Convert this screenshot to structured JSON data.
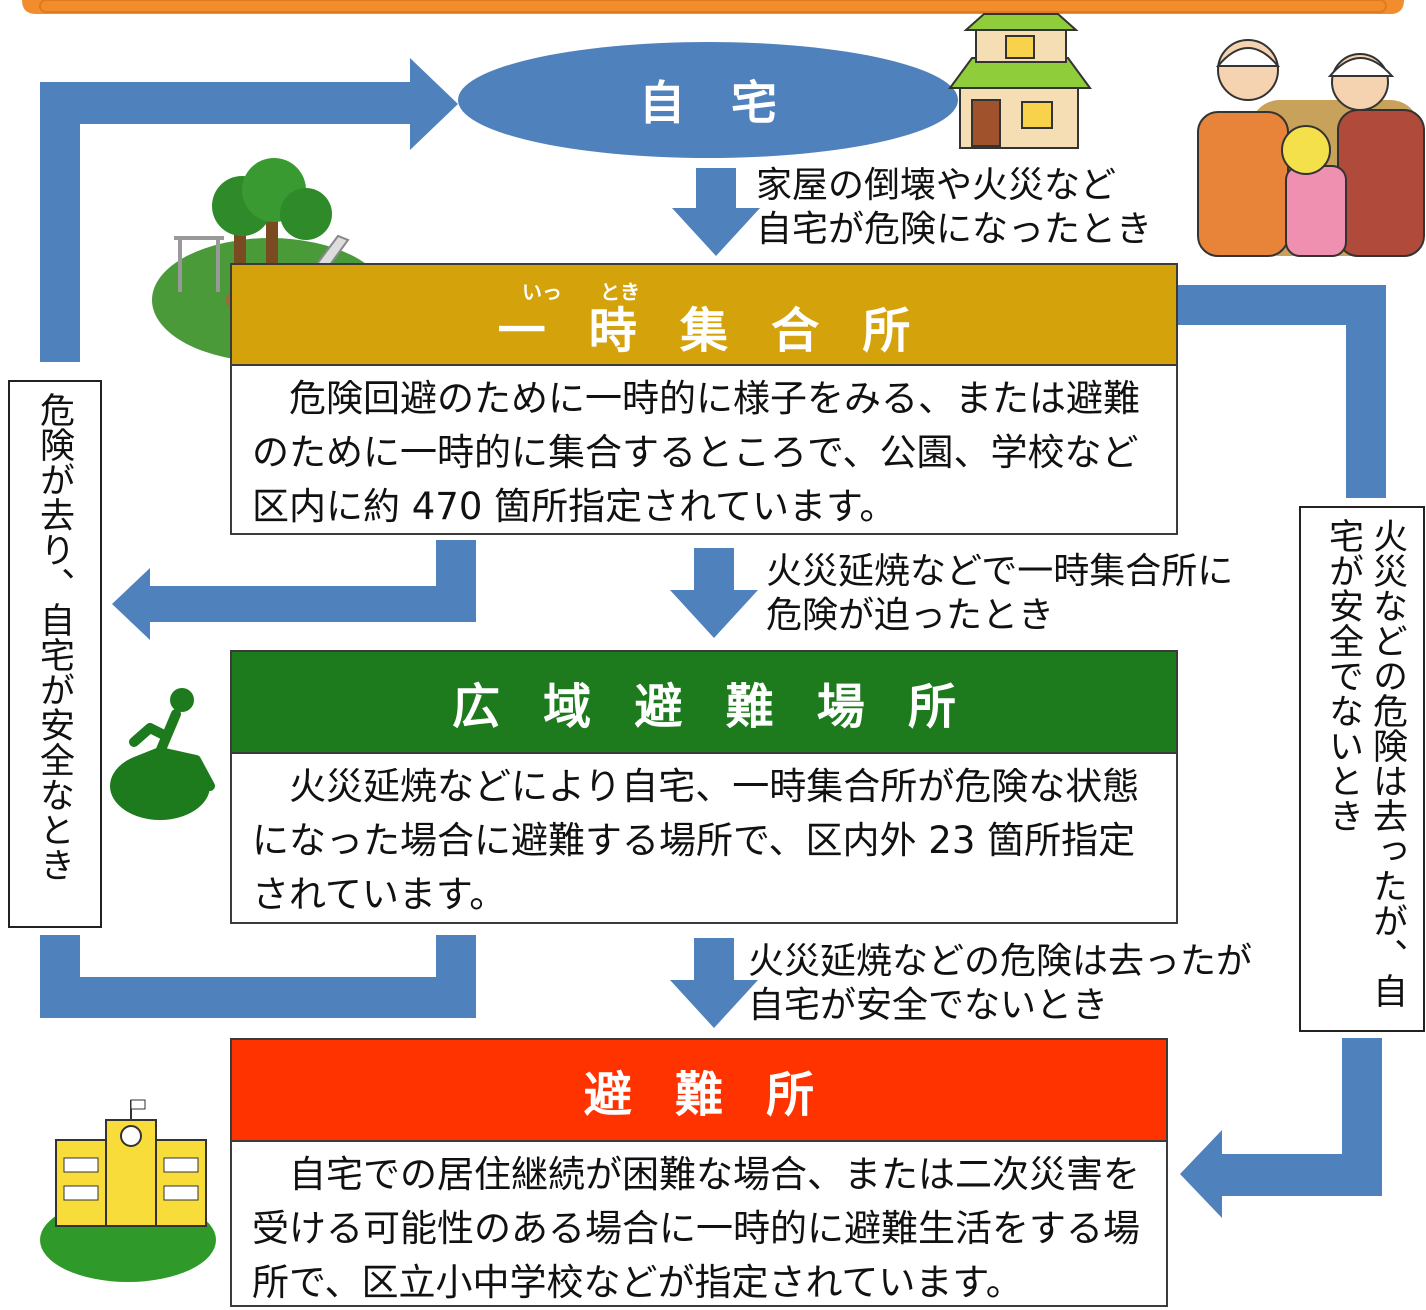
{
  "colors": {
    "arrow": "#4f81bd",
    "home_ellipse": "#4f81bd",
    "temporary_header": "#d4a20a",
    "wide_area_header": "#1d7a1d",
    "shelter_header": "#ff3300",
    "top_band": "#f28d2d"
  },
  "home": {
    "label": "自　宅"
  },
  "steps": [
    {
      "header": "一時集合所",
      "ruby": [
        "いっ",
        "とき"
      ],
      "body": "危険回避のために一時的に様子をみる、または避難のために一時的に集合するところで、公園、学校など区内に約 470 箇所指定されています。"
    },
    {
      "header": "広域避難場所",
      "body": "火災延焼などにより自宅、一時集合所が危険な状態になった場合に避難する場所で、区内外 23 箇所指定されています。"
    },
    {
      "header": "避難所",
      "body": "自宅での居住継続が困難な場合、または二次災害を受ける可能性のある場合に一時的に避難生活をする場所で、区立小中学校などが指定されています。"
    }
  ],
  "transitions": [
    {
      "line1": "家屋の倒壊や火災など",
      "line2": "自宅が危険になったとき"
    },
    {
      "line1": "火災延焼などで一時集合所に",
      "line2": "危険が迫ったとき"
    },
    {
      "line1": "火災延焼などの危険は去ったが",
      "line2": "自宅が安全でないとき"
    }
  ],
  "side_labels": {
    "left": "危険が去り、自宅が安全なとき",
    "right": "火災などの危険は去ったが、自宅が安全でないとき"
  },
  "icons": [
    "house-icon",
    "evacuees-icon",
    "park-icon",
    "running-person-icon",
    "school-icon"
  ]
}
